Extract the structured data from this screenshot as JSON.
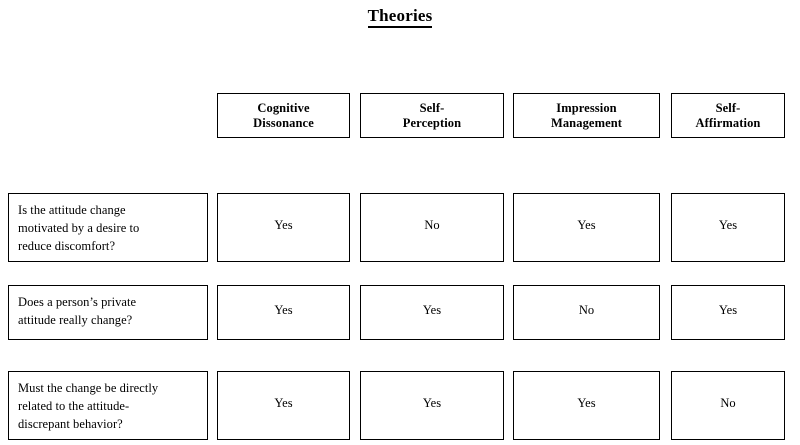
{
  "document": {
    "title": "Theories"
  },
  "table": {
    "column_headers": [
      {
        "label": "Cognitive\nDissonance"
      },
      {
        "label": "Self-\nPerception"
      },
      {
        "label": "Impression\nManagement"
      },
      {
        "label": "Self-\nAffirmation"
      }
    ],
    "row_headers": [
      {
        "label": "Is the attitude change\nmotivated by a desire to\nreduce discomfort?"
      },
      {
        "label": "Does a person’s private\nattitude really change?"
      },
      {
        "label": "Must the change be directly\nrelated to the attitude-\ndiscrepant behavior?"
      }
    ],
    "rows": [
      {
        "values": [
          "Yes",
          "No",
          "Yes",
          "Yes"
        ]
      },
      {
        "values": [
          "Yes",
          "Yes",
          "No",
          "Yes"
        ]
      },
      {
        "values": [
          "Yes",
          "Yes",
          "Yes",
          "No"
        ]
      }
    ]
  },
  "colors": {
    "background": "#ffffff",
    "ink": "#000000",
    "border": "#000000"
  }
}
